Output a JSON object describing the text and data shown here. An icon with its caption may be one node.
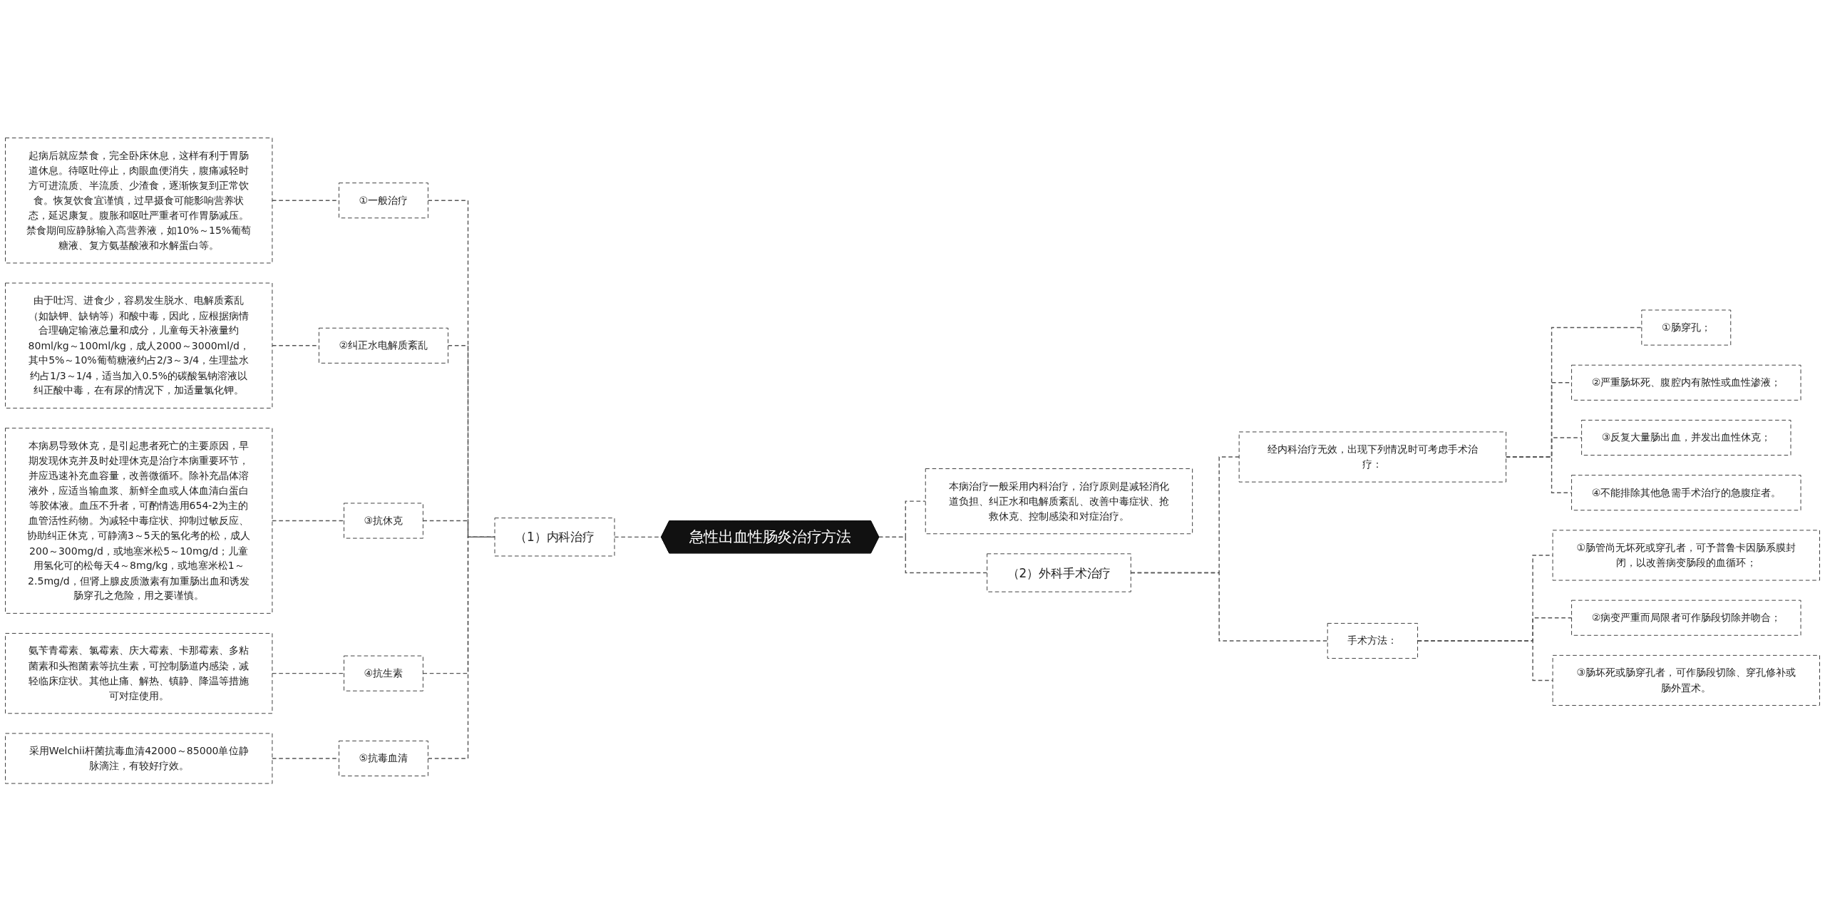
{
  "diagram": {
    "nodes": [
      {
        "text": [
          "急性出血性肠炎治疗方法"
        ]
      },
      {
        "text": [
          "（1）内科治疗"
        ]
      },
      {
        "text": [
          "①一般治疗"
        ]
      },
      {
        "text": [
          "起病后就应禁食，完全卧床休息，这样有利于胃肠道休息。待呕吐停止，肉眼血便消失，腹痛减轻时方可进流质、半流质、少渣食，逐渐恢复到正常饮食。恢复饮食宜谨慎，过早摄食可能影响营养状态，延迟康复。腹胀和呕吐严重者可作胃肠减压。禁食期间应静脉输入高营养液，如10%～15%葡萄糖液、复方氨基酸液和水解蛋白等。"
        ]
      },
      {
        "text": [
          "②纠正水电解质紊乱"
        ]
      },
      {
        "text": [
          "由于吐泻、进食少，容易发生脱水、电解质紊乱（如缺钾、缺钠等）和酸中毒，因此，应根据病情合理确定输液总量和成分，儿童每天补液量约80ml/kg～100ml/kg，成人2000～3000ml/d，其中5%～10%葡萄糖液约占2/3～3/4，生理盐水约占1/3～1/4，适当加入0.5%的碳酸氢钠溶液以纠正酸中毒，在有尿的情况下，加适量氯化钾。"
        ]
      },
      {
        "text": [
          "③抗休克"
        ]
      },
      {
        "text": [
          "本病易导致休克，是引起患者死亡的主要原因，早期发现休克并及时处理休克是治疗本病重要环节，并应迅速补充血容量，改善微循环。除补充晶体溶液外，应适当输血浆、新鲜全血或人体血清白蛋白等胶体液。血压不升者，可酌情选用654-2为主的血管活性药物。为减轻中毒症状、抑制过敏反应、协助纠正休克，可静滴3～5天的氢化考的松，成人200～300mg/d，或地塞米松5～10mg/d；儿童用氢化可的松每天4～8mg/kg，或地塞米松1～2.5mg/d，但肾上腺皮质激素有加重肠出血和诱发肠穿孔之危险，用之要谨慎。"
        ]
      },
      {
        "text": [
          "④抗生素"
        ]
      },
      {
        "text": [
          "氨苄青霉素、氯霉素、庆大霉素、卡那霉素、多粘菌素和头孢菌素等抗生素，可控制肠道内感染，减轻临床症状。其他止痛、解热、镇静、降温等措施可对症使用。"
        ]
      },
      {
        "text": [
          "⑤抗毒血清"
        ]
      },
      {
        "text": [
          "采用Welchii杆菌抗毒血清42000～85000单位静脉滴注，有较好疗效。"
        ]
      },
      {
        "text": [
          "本病治疗一般采用内科治疗，治疗原则是减轻消化道负担、纠正水和电解质紊乱、改善中毒症状、抢救休克、控制感染和对症治疗。"
        ]
      },
      {
        "text": [
          "（2）外科手术治疗"
        ]
      },
      {
        "text": [
          "经内科治疗无效，出现下列情况时可考虑手术治疗："
        ]
      },
      {
        "text": [
          "①肠穿孔；"
        ]
      },
      {
        "text": [
          "②严重肠坏死、腹腔内有脓性或血性渗液；"
        ]
      },
      {
        "text": [
          "③反复大量肠出血，并发出血性休克；"
        ]
      },
      {
        "text": [
          "④不能排除其他急需手术治疗的急腹症者。"
        ]
      },
      {
        "text": [
          "手术方法："
        ]
      },
      {
        "text": [
          "①肠管尚无坏死或穿孔者，可予普鲁卡因肠系膜封闭，以改善病变肠段的血循环；"
        ]
      },
      {
        "text": [
          "②病变严重而局限者可作肠段切除并吻合；"
        ]
      },
      {
        "text": [
          "③肠坏死或肠穿孔者，可作肠段切除、穿孔修补或肠外置术。"
        ]
      }
    ],
    "edges": [
      {
        "from": 0,
        "to": 1,
        "arrow": "none",
        "style": "dashed"
      },
      {
        "from": 1,
        "to": 2,
        "arrow": "none",
        "style": "dashed"
      },
      {
        "from": 2,
        "to": 3,
        "arrow": "none",
        "style": "dashed"
      },
      {
        "from": 1,
        "to": 4,
        "arrow": "none",
        "style": "dashed"
      },
      {
        "from": 4,
        "to": 5,
        "arrow": "none",
        "style": "dashed"
      },
      {
        "from": 1,
        "to": 6,
        "arrow": "none",
        "style": "dashed"
      },
      {
        "from": 6,
        "to": 7,
        "arrow": "none",
        "style": "dashed"
      },
      {
        "from": 1,
        "to": 8,
        "arrow": "none",
        "style": "dashed"
      },
      {
        "from": 8,
        "to": 9,
        "arrow": "none",
        "style": "dashed"
      },
      {
        "from": 1,
        "to": 10,
        "arrow": "none",
        "style": "dashed"
      },
      {
        "from": 10,
        "to": 11,
        "arrow": "none",
        "style": "dashed"
      },
      {
        "from": 0,
        "to": 12,
        "arrow": "none",
        "style": "dashed"
      },
      {
        "from": 0,
        "to": 13,
        "arrow": "none",
        "style": "dashed"
      },
      {
        "from": 13,
        "to": 14,
        "arrow": "none",
        "style": "dashed"
      },
      {
        "from": 14,
        "to": 15,
        "arrow": "none",
        "style": "dashed"
      },
      {
        "from": 14,
        "to": 16,
        "arrow": "none",
        "style": "dashed"
      },
      {
        "from": 14,
        "to": 17,
        "arrow": "none",
        "style": "dashed"
      },
      {
        "from": 14,
        "to": 18,
        "arrow": "none",
        "style": "dashed"
      },
      {
        "from": 13,
        "to": 19,
        "arrow": "none",
        "style": "dashed"
      },
      {
        "from": 19,
        "to": 20,
        "arrow": "none",
        "style": "dashed"
      },
      {
        "from": 19,
        "to": 21,
        "arrow": "none",
        "style": "dashed"
      },
      {
        "from": 19,
        "to": 22,
        "arrow": "none",
        "style": "dashed"
      }
    ]
  }
}
